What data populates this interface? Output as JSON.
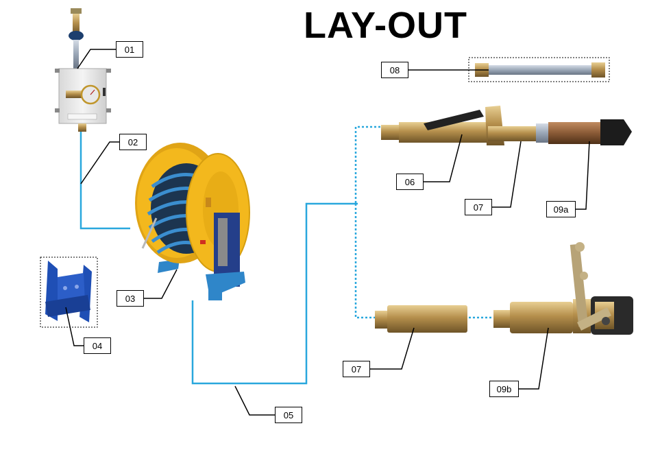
{
  "title": "LAY-OUT",
  "callouts": [
    {
      "id": "c01",
      "label": "01"
    },
    {
      "id": "c02",
      "label": "02"
    },
    {
      "id": "c03",
      "label": "03"
    },
    {
      "id": "c04",
      "label": "04"
    },
    {
      "id": "c05",
      "label": "05"
    },
    {
      "id": "c06",
      "label": "06"
    },
    {
      "id": "c07a",
      "label": "07"
    },
    {
      "id": "c07b",
      "label": "07"
    },
    {
      "id": "c08",
      "label": "08"
    },
    {
      "id": "c09a",
      "label": "09a"
    },
    {
      "id": "c09b",
      "label": "09b"
    }
  ],
  "colors": {
    "hose_line": "#29a7dd",
    "reel_yellow": "#f3b81d",
    "bracket_blue": "#1f4fb5",
    "brass": "#b08a4a",
    "steel": "#9ea8b8"
  }
}
